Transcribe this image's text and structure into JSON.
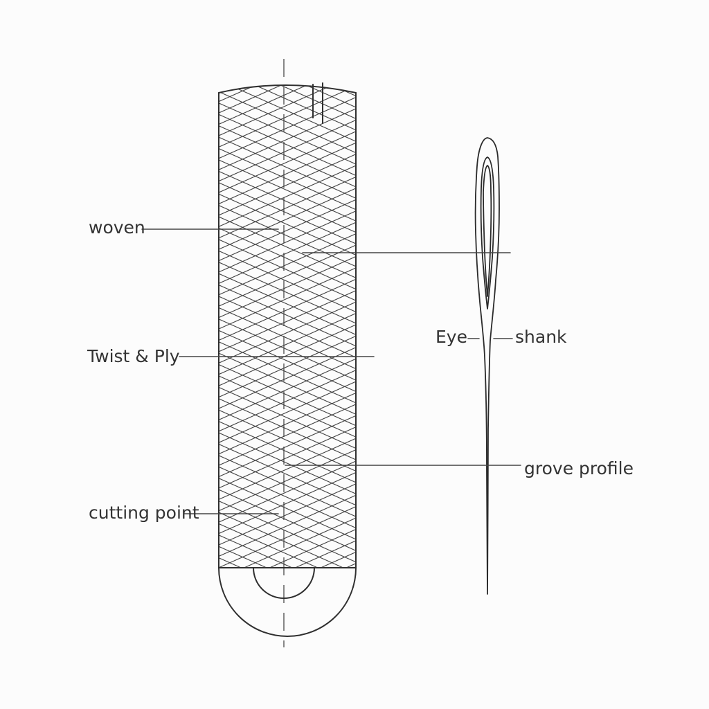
{
  "diagram": {
    "background": "#fcfcfc",
    "colors": {
      "outline": "#2f2f2f",
      "hatch": "#3c3c3c",
      "leader": "#444444",
      "text": "#333333"
    },
    "labels": {
      "woven": "woven",
      "twist_ply": "Twist & Ply",
      "cutting_point": "cutting point",
      "eye": "Eye",
      "shank": "shank",
      "grove_profile": "grove profile"
    }
  }
}
